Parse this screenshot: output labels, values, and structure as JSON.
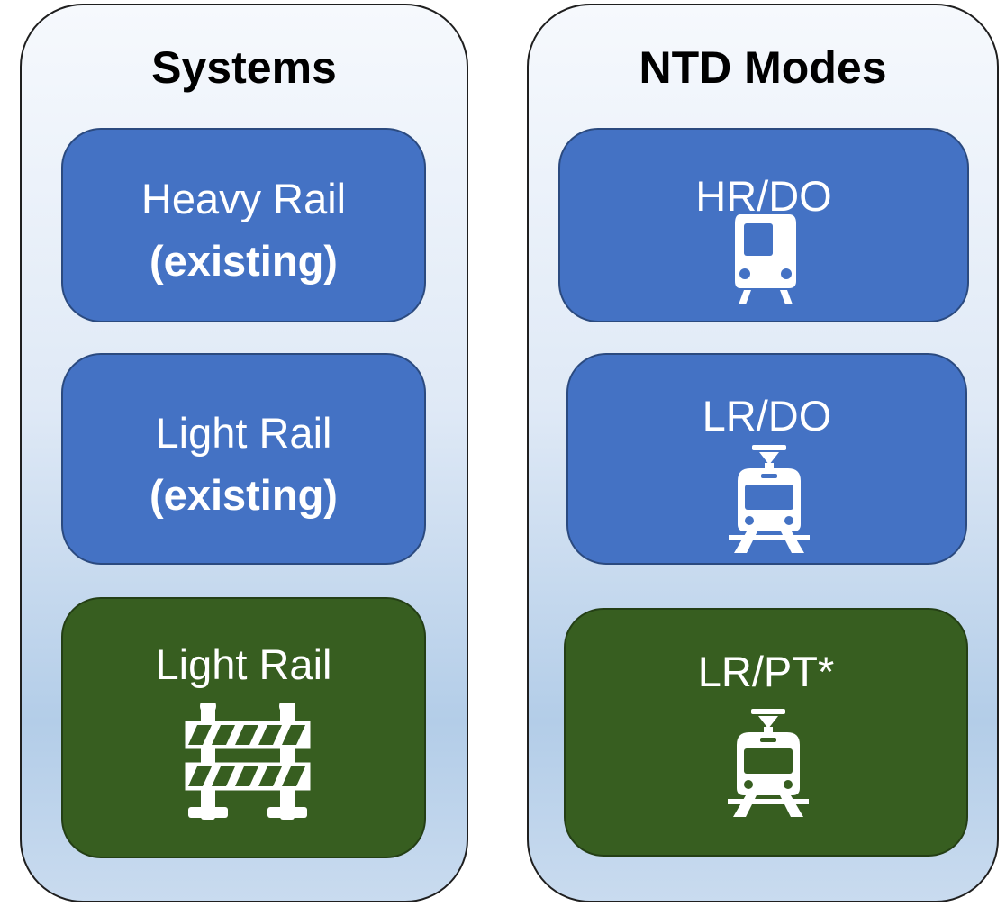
{
  "systems": {
    "title": "Systems",
    "cards": [
      {
        "line1": "Heavy Rail",
        "line2": "(existing)",
        "color": "#4472c4"
      },
      {
        "line1": "Light Rail",
        "line2": "(existing)",
        "color": "#4472c4"
      },
      {
        "line1": "Light Rail",
        "icon": "construction-barrier-icon",
        "color": "#375e20"
      }
    ]
  },
  "modes": {
    "title": "NTD Modes",
    "cards": [
      {
        "label": "HR/DO",
        "icon": "heavy-rail-train-icon",
        "color": "#4472c4"
      },
      {
        "label": "LR/DO",
        "icon": "light-rail-tram-icon",
        "color": "#4472c4"
      },
      {
        "label": "LR/PT*",
        "icon": "light-rail-tram-icon",
        "color": "#375e20"
      }
    ]
  }
}
